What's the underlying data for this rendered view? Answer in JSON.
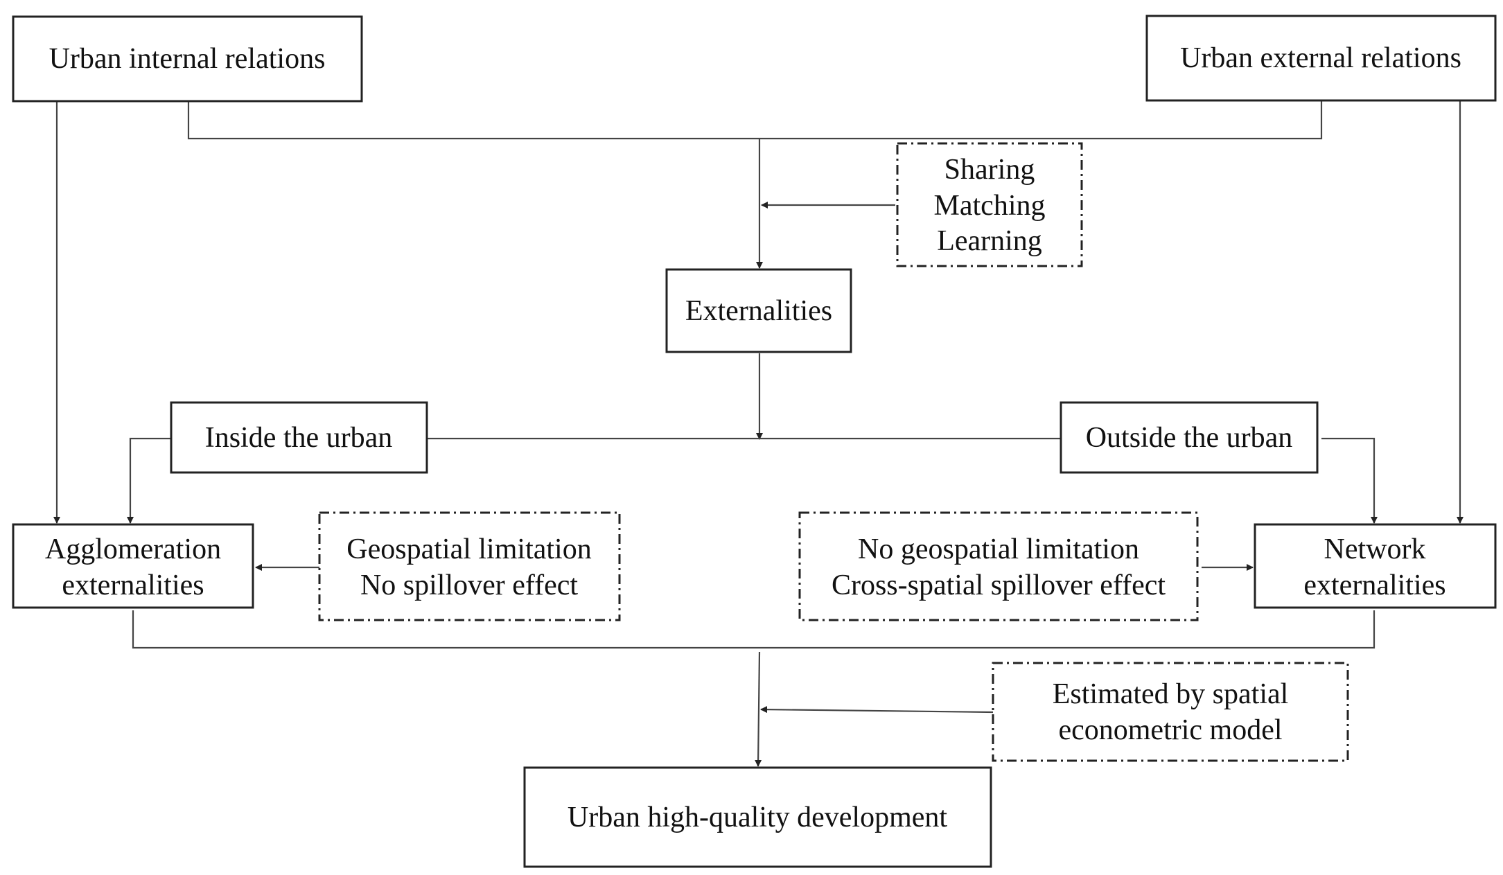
{
  "nodes": {
    "urban_internal": {
      "label": "Urban internal relations"
    },
    "urban_external": {
      "label": "Urban external relations"
    },
    "mechanisms": {
      "lines": [
        "Sharing",
        "Matching",
        "Learning"
      ]
    },
    "externalities": {
      "label": "Externalities"
    },
    "inside_urban": {
      "label": "Inside the urban"
    },
    "outside_urban": {
      "label": "Outside the urban"
    },
    "agglomeration": {
      "lines": [
        "Agglomeration",
        "externalities"
      ]
    },
    "geo_limit": {
      "lines": [
        "Geospatial limitation",
        "No spillover effect"
      ]
    },
    "no_geo_limit": {
      "lines": [
        "No geospatial limitation",
        "Cross-spatial spillover effect"
      ]
    },
    "network": {
      "lines": [
        "Network",
        "externalities"
      ]
    },
    "estimated": {
      "lines": [
        "Estimated by spatial",
        "econometric model"
      ]
    },
    "hq_development": {
      "label": "Urban high-quality development"
    }
  },
  "colors": {
    "stroke": "#222222",
    "edge": "#444444",
    "text": "#111111"
  }
}
